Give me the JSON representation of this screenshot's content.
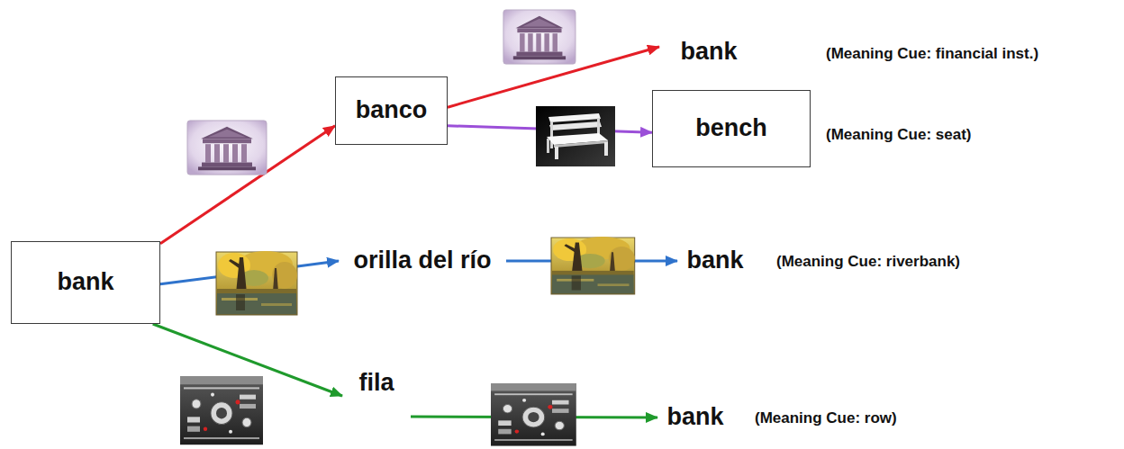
{
  "diagram": {
    "nodes": [
      {
        "text": [
          "bank"
        ]
      },
      {
        "text": [
          "banco"
        ]
      },
      {
        "text": [
          "bank"
        ]
      },
      {
        "text": [
          "bench"
        ]
      },
      {
        "text": [
          "orilla del río"
        ]
      },
      {
        "text": [
          "bank"
        ]
      },
      {
        "text": [
          "fila"
        ]
      },
      {
        "text": [
          "bank"
        ]
      }
    ],
    "edges": [
      {
        "from": 0,
        "to": 1,
        "arrow": "to"
      },
      {
        "from": 1,
        "to": 2,
        "arrow": "to"
      },
      {
        "from": 1,
        "to": 3,
        "arrow": "to"
      },
      {
        "from": 0,
        "to": 4,
        "arrow": "to"
      },
      {
        "from": 4,
        "to": 5,
        "arrow": "to"
      },
      {
        "from": 0,
        "to": 6,
        "arrow": "to"
      },
      {
        "from": 6,
        "to": 7,
        "arrow": "to"
      }
    ],
    "labels": [
      "(Meaning Cue: financial inst.)",
      "(Meaning Cue: seat)",
      "(Meaning Cue: riverbank)",
      "(Meaning Cue: row)"
    ]
  }
}
